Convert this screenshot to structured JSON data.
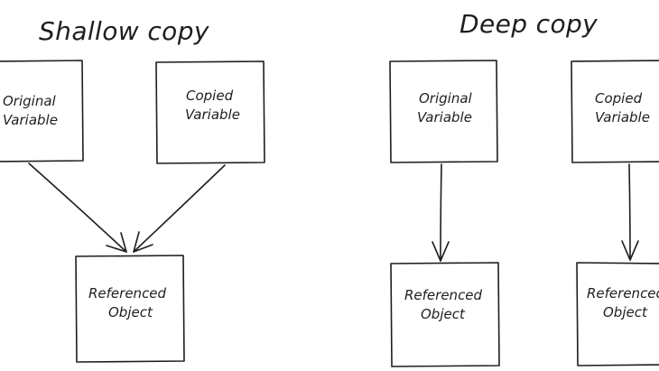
{
  "shallow": {
    "title": "Shallow copy",
    "original": {
      "line1": "Original",
      "line2": "Variable"
    },
    "copied": {
      "line1": "Copied",
      "line2": "Variable"
    },
    "referenced": {
      "line1": "Referenced",
      "line2": "Object"
    }
  },
  "deep": {
    "title": "Deep copy",
    "original": {
      "line1": "Original",
      "line2": "Variable"
    },
    "copied": {
      "line1": "Copied",
      "line2": "Variable"
    },
    "referenced_original": {
      "line1": "Referenced",
      "line2": "Object"
    },
    "referenced_copied": {
      "line1": "Referenced",
      "line2": "Object"
    }
  }
}
